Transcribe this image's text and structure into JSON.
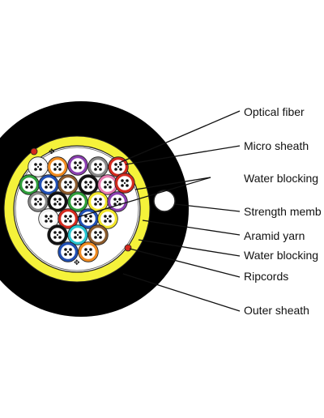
{
  "labels": {
    "optical_fiber": "Optical fiber",
    "micro_sheath": "Micro sheath",
    "water_blocking_1": "Water blocking",
    "strength_member": "Strength memb",
    "aramid_yarn": "Aramid yarn",
    "water_blocking_2": "Water blocking",
    "ripcords": "Ripcords",
    "outer_sheath": "Outer sheath"
  },
  "colors": {
    "outer_sheath": "#000000",
    "aramid_yarn": "#f5f23a",
    "ripcord": "#d42a1e",
    "fiber_units": [
      "#1f4fb5",
      "#f08a1f",
      "#2e9e3a",
      "#8b5a2b",
      "#888888",
      "#f2f2f2",
      "#d42a1e",
      "#111111",
      "#f2e52a",
      "#8a3fb0",
      "#e87bb0",
      "#26c6d1"
    ]
  }
}
